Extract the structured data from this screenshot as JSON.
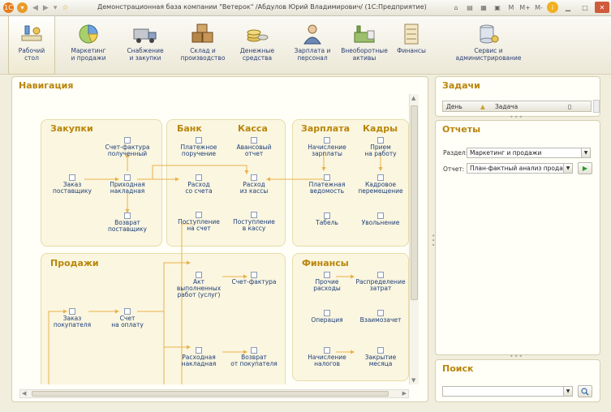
{
  "window": {
    "title": "Демонстрационная база компании \"Ветерок\" /Абдулов Юрий Владимирович/  (1С:Предприятие)",
    "controls": [
      "M",
      "M+",
      "M-"
    ]
  },
  "sections": [
    {
      "label": "Рабочий\nстол",
      "icon": "desktop-icon"
    },
    {
      "label": "Маркетинг\nи продажи",
      "icon": "pie-chart-icon"
    },
    {
      "label": "Снабжение\nи закупки",
      "icon": "truck-icon"
    },
    {
      "label": "Склад и\nпроизводство",
      "icon": "boxes-icon"
    },
    {
      "label": "Денежные\nсредства",
      "icon": "coins-icon"
    },
    {
      "label": "Зарплата и\nперсонал",
      "icon": "person-icon"
    },
    {
      "label": "Внеоборотные\nактивы",
      "icon": "factory-icon"
    },
    {
      "label": "Финансы",
      "icon": "abacus-icon"
    },
    {
      "label": "Сервис и\nадминистрирование",
      "icon": "database-icon"
    }
  ],
  "navigation": {
    "title": "Навигация",
    "groups": {
      "purchases": "Закупки",
      "bank": "Банк",
      "cash": "Касса",
      "salary": "Зарплата",
      "staff": "Кадры",
      "sales": "Продажи",
      "finance": "Финансы"
    },
    "nodes": {
      "invoice_received": "Счет-фактура\nполученный",
      "supplier_order": "Заказ\nпоставщику",
      "receipt_invoice": "Приходная\nнакладная",
      "supplier_return": "Возврат\nпоставщику",
      "payment_order": "Платежное\nпоручение",
      "advance_report": "Авансовый\nотчет",
      "account_expense": "Расход\nсо счета",
      "cash_expense": "Расход\nиз кассы",
      "account_income": "Поступление\nна счет",
      "cash_income": "Поступление\nв кассу",
      "salary_accrual": "Начисление\nзарплаты",
      "payroll": "Платежная\nведомость",
      "timesheet": "Табель",
      "hiring": "Прием\nна работу",
      "transfer": "Кадровое\nперемещение",
      "dismissal": "Увольнение",
      "work_act": "Акт\nвыполненных\nработ (услуг)",
      "invoice": "Счет-фактура",
      "customer_order": "Заказ\nпокупателя",
      "payment_invoice": "Счет\nна оплату",
      "sales_invoice": "Расходная\nнакладная",
      "customer_return": "Возврат\nот покупателя",
      "other_expenses": "Прочие\nрасходы",
      "cost_distribution": "Распределение\nзатрат",
      "operation": "Операция",
      "offset": "Взаимозачет",
      "tax_accrual": "Начисление\nналогов",
      "month_close": "Закрытие\nмесяца"
    }
  },
  "tasks": {
    "title": "Задачи",
    "columns": {
      "day": "День",
      "task": "Задача"
    }
  },
  "reports": {
    "title": "Отчеты",
    "section_label": "Раздел:",
    "section_value": "Маркетинг и продажи",
    "report_label": "Отчет:",
    "report_value": "План-фактный анализ продаж"
  },
  "search": {
    "title": "Поиск",
    "value": ""
  },
  "colors": {
    "accent": "#b8860b",
    "link": "#1c3e78",
    "arrow": "#e8b24a"
  }
}
